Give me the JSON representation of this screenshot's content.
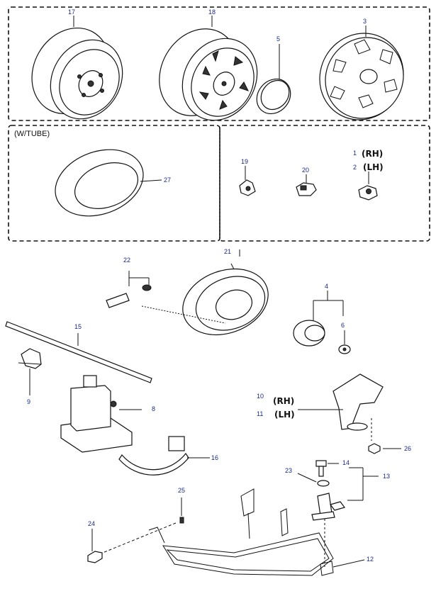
{
  "box_label": "(W/TUBE)",
  "callouts": {
    "p1": "1",
    "p2": "2",
    "p3": "3",
    "p4": "4",
    "p5": "5",
    "p6": "6",
    "p8": "8",
    "p9": "9",
    "p10": "10",
    "p11": "11",
    "p12": "12",
    "p13": "13",
    "p14": "14",
    "p15": "15",
    "p16": "16",
    "p17": "17",
    "p18": "18",
    "p19": "19",
    "p20": "20",
    "p21": "21",
    "p22": "22",
    "p23": "23",
    "p24": "24",
    "p25": "25",
    "p26": "26",
    "p27": "27"
  },
  "sides": {
    "rh_top": "(RH)",
    "lh_top": "(LH)",
    "rh_mid": "(RH)",
    "lh_mid": "(LH)"
  }
}
